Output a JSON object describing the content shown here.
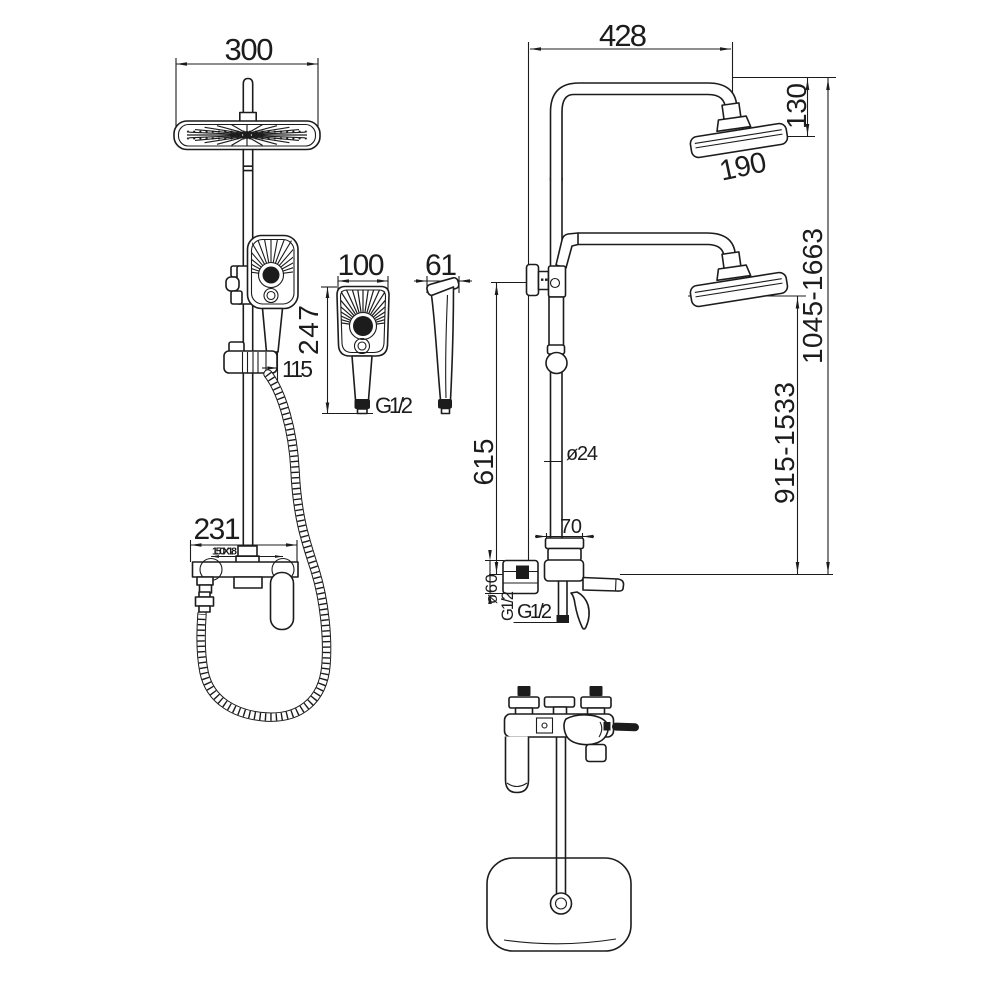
{
  "drawing": {
    "labels": {
      "front_head_width": "300",
      "slider_offset": "115",
      "mixer_width": "231",
      "mixer_spacing": "150X18",
      "hand_width": "100",
      "hand_height": "247",
      "hand_thread": "G1/2",
      "hand_depth": "61",
      "top_offset": "428",
      "head_drop": "130",
      "head_size": "190",
      "total_height": "1045-1663",
      "head_height": "915-1533",
      "bracket_height": "615",
      "pipe_diameter": "ø24",
      "block_width": "70",
      "flange_diameter": "ø60",
      "inlet_thread": "G1/2",
      "outlet_thread": "G1/2"
    },
    "line_color": "#1c1c1c",
    "bg_color": "#ffffff"
  }
}
